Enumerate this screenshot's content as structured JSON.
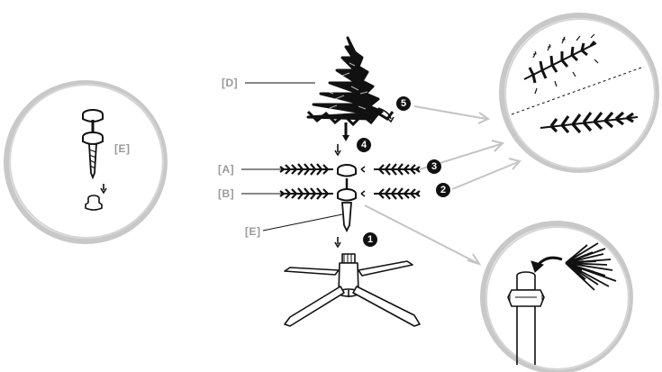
{
  "labels": {
    "d": "[D]",
    "a": "[A]",
    "b": "[B]",
    "e_center": "[E]",
    "e_detail": "[E]"
  },
  "steps": [
    "1",
    "2",
    "3",
    "4",
    "5"
  ],
  "colors": {
    "ink": "#111111",
    "circle": "#c8c8c8",
    "label": "#9a9a9a",
    "leader": "#bdbdbd"
  },
  "icons": {
    "tree_top": "fir-tree-top",
    "branch": "fir-branch",
    "stand": "tree-stand",
    "pole": "pole-connector",
    "cap": "end-cap"
  }
}
